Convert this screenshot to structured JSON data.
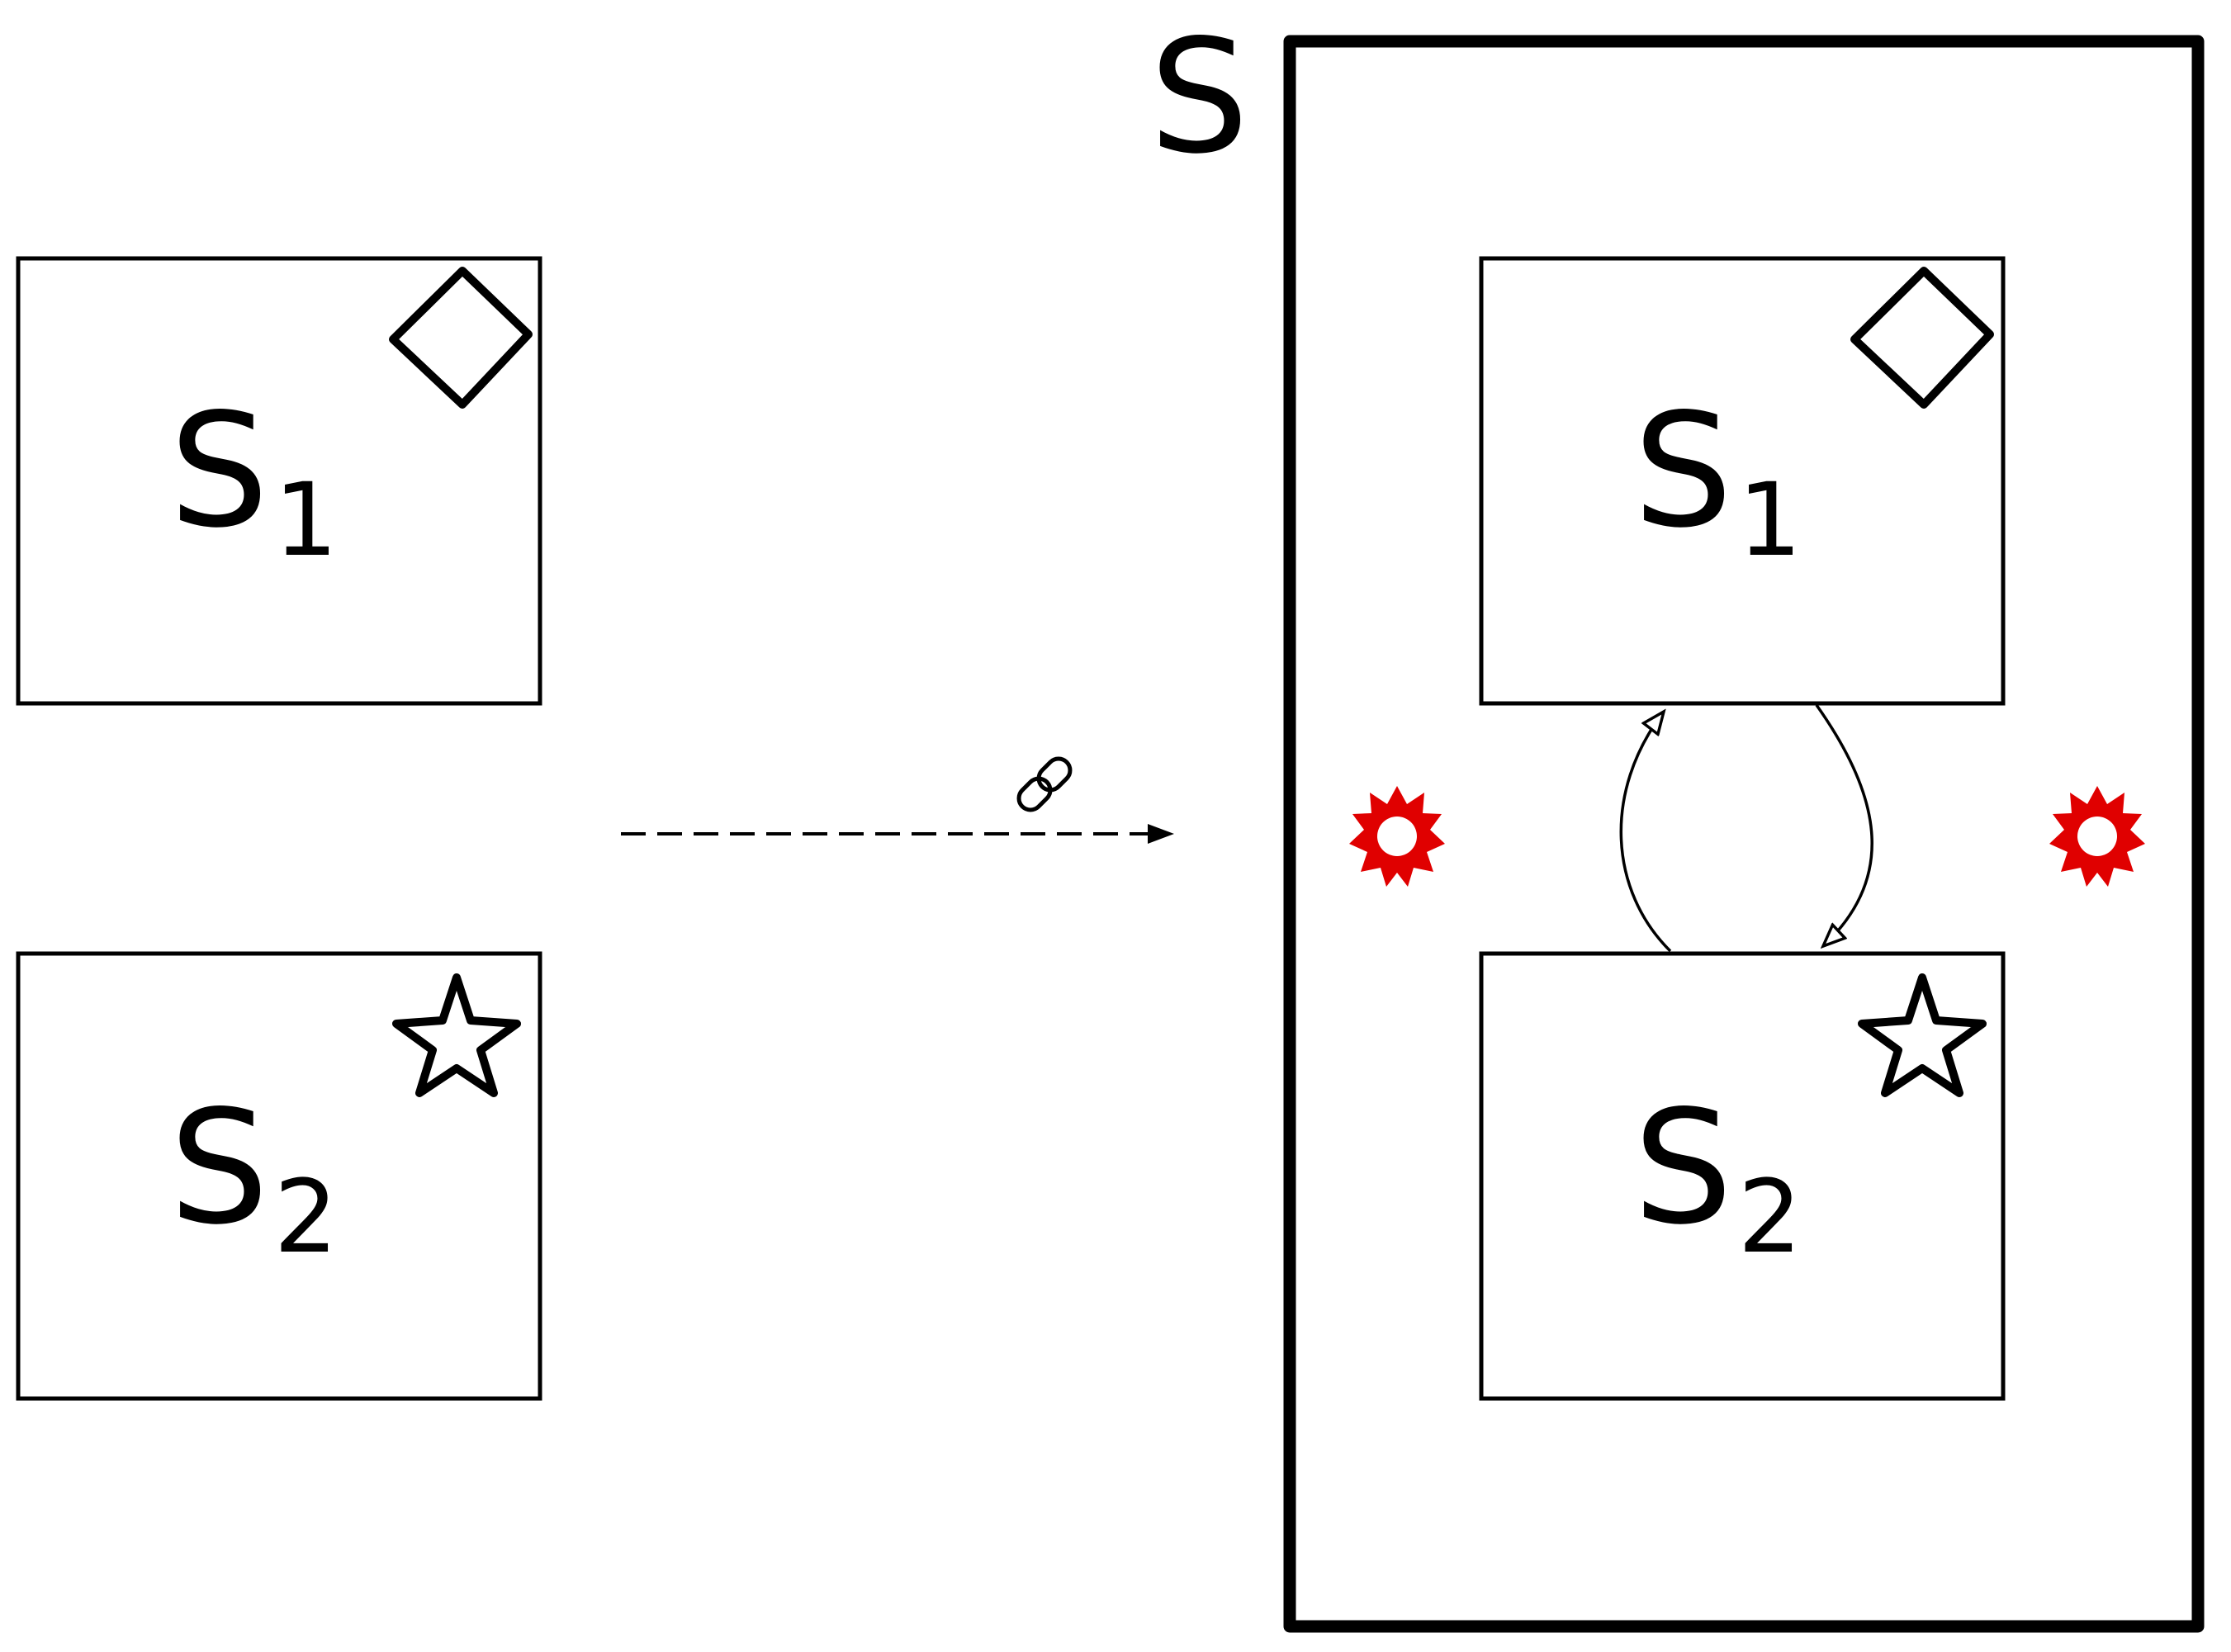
{
  "labels": {
    "container": "S",
    "s1_base": "S",
    "s1_sub": "1",
    "s2_base": "S",
    "s2_sub": "2"
  },
  "icons": {
    "s1": "diamond-icon",
    "s2": "star-icon",
    "link": "chain-link-icon",
    "interaction": "red-burst-icon"
  },
  "colors": {
    "outline": "#000000",
    "burst": "#e00000",
    "background": "#ffffff"
  }
}
